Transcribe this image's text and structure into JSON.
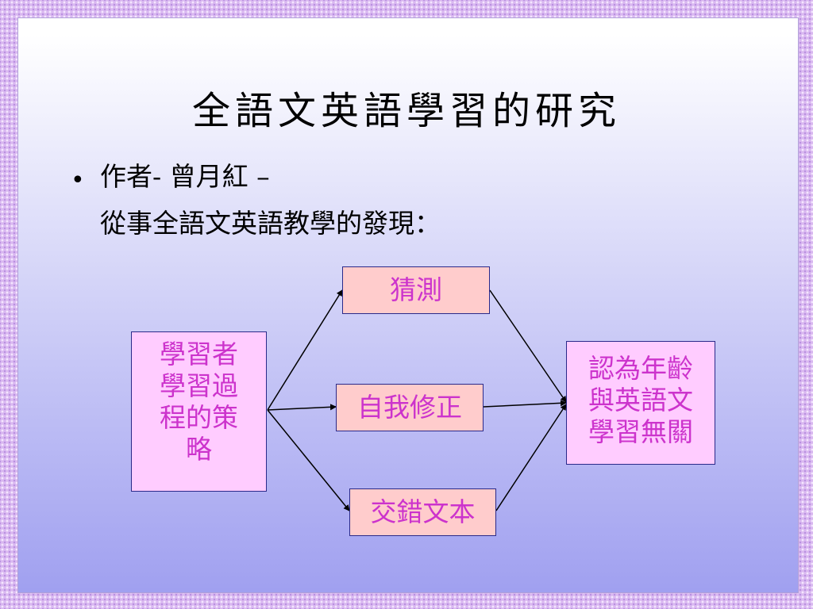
{
  "slide": {
    "title": "全語文英語學習的研究",
    "bullet": {
      "symbol": "•",
      "line1": "作者- 曾月紅 –",
      "line2": "從事全語文英語教學的發現："
    }
  },
  "diagram": {
    "nodes": {
      "learner_strategy": {
        "lines": [
          "學習者",
          "學習過",
          "程的策",
          "略"
        ]
      },
      "guessing": {
        "label": "猜測"
      },
      "self_correction": {
        "label": "自我修正"
      },
      "cross_text": {
        "label": "交錯文本"
      },
      "age_unrelated": {
        "lines": [
          "認為年齡",
          "與英語文",
          "學習無關"
        ]
      }
    },
    "edges": [
      {
        "from": "learner_strategy",
        "to": "guessing"
      },
      {
        "from": "learner_strategy",
        "to": "self_correction"
      },
      {
        "from": "learner_strategy",
        "to": "cross_text"
      },
      {
        "from": "guessing",
        "to": "age_unrelated"
      },
      {
        "from": "self_correction",
        "to": "age_unrelated"
      },
      {
        "from": "cross_text",
        "to": "age_unrelated"
      }
    ]
  },
  "colors": {
    "node_text": "#cc33cc",
    "strategy_fill": "#ffccff",
    "method_fill": "#ffcccc",
    "node_border": "#2a2a8a",
    "arrow": "#000000"
  }
}
